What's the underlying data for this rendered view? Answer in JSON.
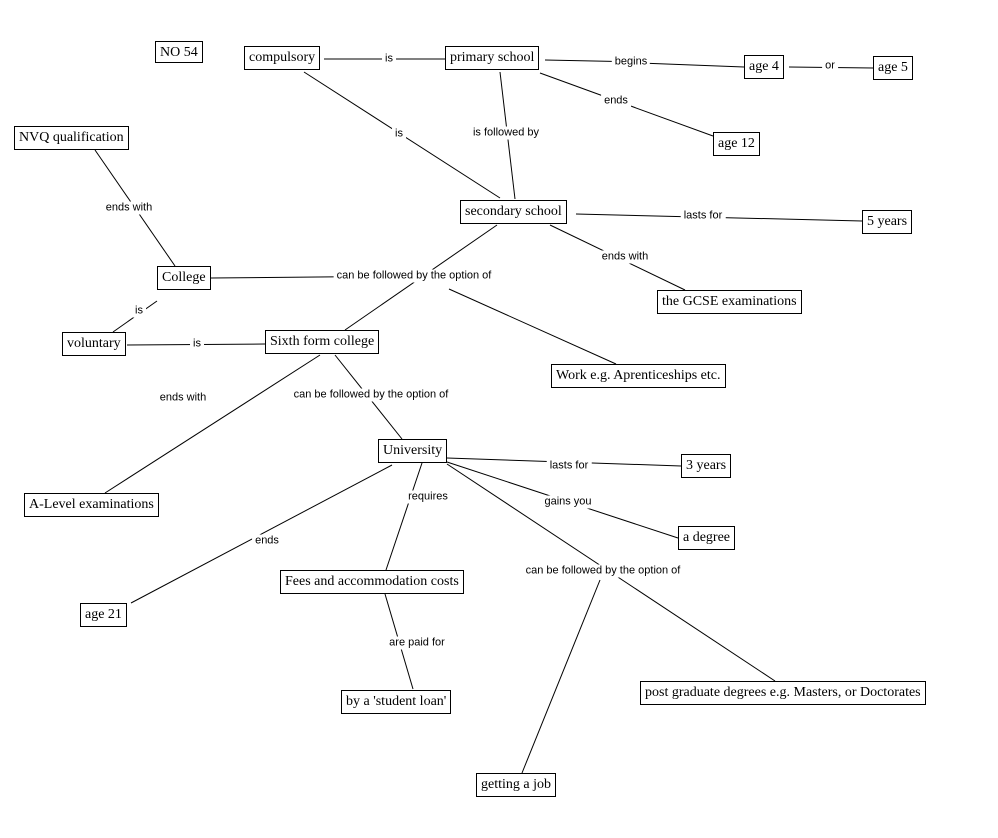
{
  "title_badge": "NO 54",
  "nodes": {
    "compulsory": "compulsory",
    "primary_school": "primary school",
    "age4": "age 4",
    "age5": "age 5",
    "age12": "age 12",
    "nvq": "NVQ qualification",
    "secondary_school": "secondary school",
    "five_years": "5 years",
    "college": "College",
    "gcse": "the GCSE examinations",
    "voluntary": "voluntary",
    "sixth_form": "Sixth form college",
    "work": "Work e.g. Aprenticeships etc.",
    "university": "University",
    "alevel": "A-Level examinations",
    "three_years": "3 years",
    "degree": "a degree",
    "fees": "Fees and accommodation costs",
    "age21": "age 21",
    "loan": "by a 'student loan'",
    "postgrad": "post graduate degrees e.g. Masters, or Doctorates",
    "job": "getting a job"
  },
  "links": {
    "compulsory_is_primary": "is",
    "compulsory_is_secondary": "is",
    "primary_followed": "is followed by",
    "primary_begins": "begins",
    "age_or": "or",
    "primary_ends": "ends",
    "nvq_ends_with": "ends with",
    "secondary_lasts": "lasts for",
    "secondary_ends_with": "ends with",
    "secondary_option": "can be followed by the option of",
    "college_is": "is",
    "voluntary_is": "is",
    "sixth_ends_with": "ends with",
    "sixth_option": "can be followed by the option of",
    "uni_lasts": "lasts for",
    "uni_requires": "requires",
    "uni_gains": "gains you",
    "uni_ends": "ends",
    "uni_option": "can be followed by the option of",
    "fees_paid": "are paid for"
  }
}
